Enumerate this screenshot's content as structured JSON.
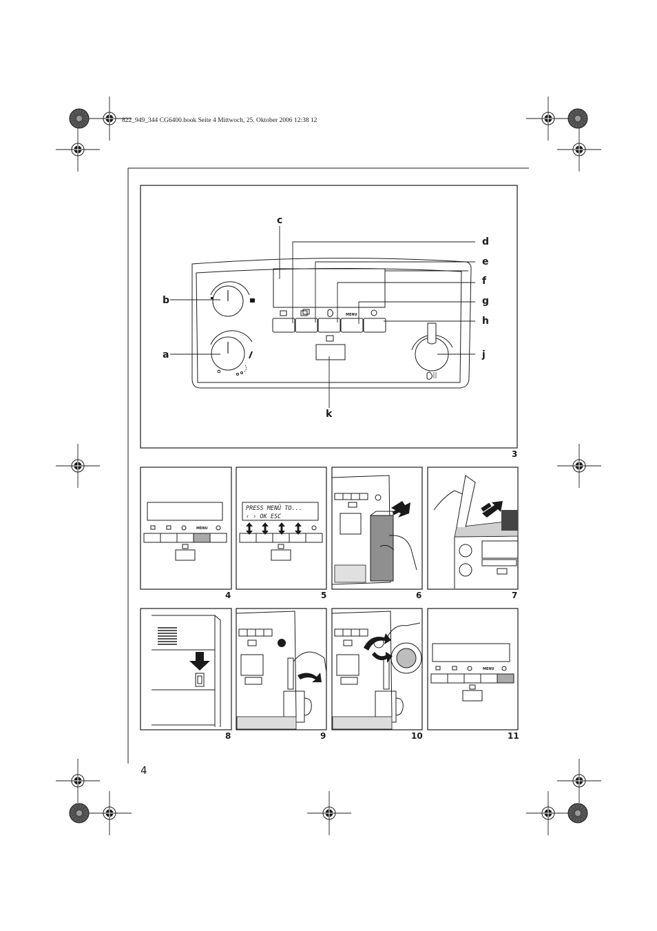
{
  "header": {
    "print_line": "822_949_344 CG6400.book  Seite 4  Mittwoch, 25. Oktober 2006  12:38 12"
  },
  "page_number": "4",
  "figure3": {
    "number": "3",
    "callouts": {
      "a": "a",
      "b": "b",
      "c": "c",
      "d": "d",
      "e": "e",
      "f": "f",
      "g": "g",
      "h": "h",
      "j": "j",
      "k": "k"
    },
    "menu_label": "MENU"
  },
  "figures": [
    {
      "number": "4"
    },
    {
      "number": "5",
      "display_line1": "PRESS MENÜ TO...",
      "display_line2": "‹    ›    OK   ESC"
    },
    {
      "number": "6"
    },
    {
      "number": "7"
    },
    {
      "number": "8"
    },
    {
      "number": "9"
    },
    {
      "number": "10"
    },
    {
      "number": "11"
    }
  ],
  "icons": [
    "registration-mark",
    "color-calibration-circle",
    "cup-icon",
    "double-cup-icon",
    "steam-icon",
    "info-icon"
  ]
}
